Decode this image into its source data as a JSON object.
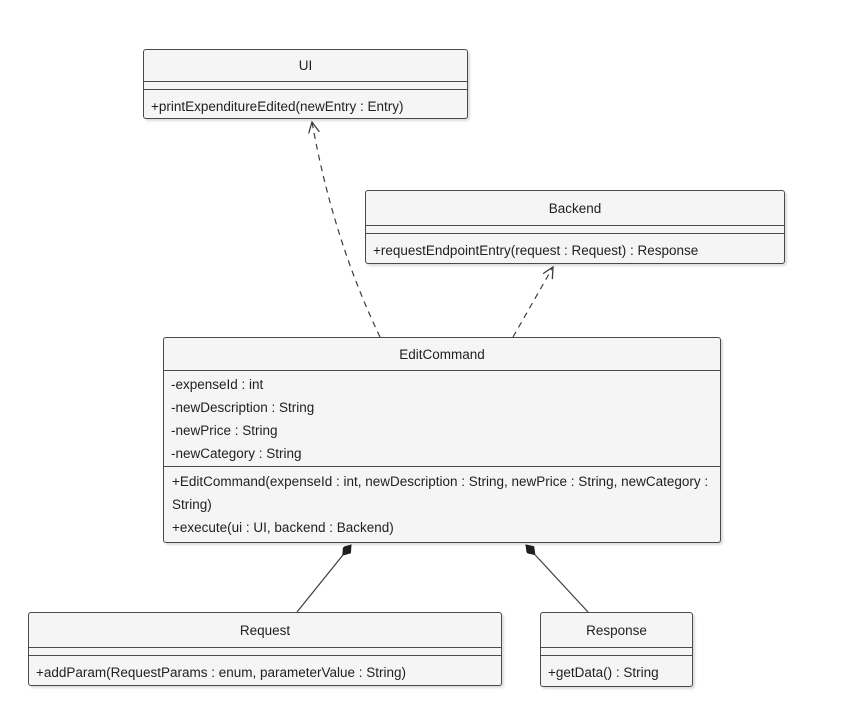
{
  "diagram": {
    "type": "uml-class-diagram",
    "colors": {
      "background": "#ffffff",
      "node_fill": "#f5f5f5",
      "node_border": "#4a4a4a",
      "text": "#1f1f1f",
      "edge": "#3d3d3d"
    },
    "classes": [
      {
        "name": "UI",
        "attributes": [],
        "methods": [
          "+printExpenditureEdited(newEntry : Entry)"
        ]
      },
      {
        "name": "Backend",
        "attributes": [],
        "methods": [
          "+requestEndpointEntry(request : Request) : Response"
        ]
      },
      {
        "name": "EditCommand",
        "attributes": [
          "-expenseId : int",
          "-newDescription : String",
          "-newPrice : String",
          "-newCategory : String"
        ],
        "methods": [
          "+EditCommand(expenseId : int, newDescription : String, newPrice : String, newCategory : String)",
          "+execute(ui : UI, backend : Backend)"
        ]
      },
      {
        "name": "Request",
        "attributes": [],
        "methods": [
          "+addParam(RequestParams : enum, parameterValue : String)"
        ]
      },
      {
        "name": "Response",
        "attributes": [],
        "methods": [
          "+getData() : String"
        ]
      }
    ],
    "relationships": [
      {
        "from": "EditCommand",
        "to": "UI",
        "type": "dependency",
        "line": "dashed",
        "head": "open-arrow"
      },
      {
        "from": "EditCommand",
        "to": "Backend",
        "type": "dependency",
        "line": "dashed",
        "head": "open-arrow"
      },
      {
        "from": "EditCommand",
        "to": "Request",
        "type": "composition",
        "line": "solid",
        "head": "filled-diamond-at-EditCommand"
      },
      {
        "from": "EditCommand",
        "to": "Response",
        "type": "composition",
        "line": "solid",
        "head": "filled-diamond-at-EditCommand"
      }
    ]
  }
}
